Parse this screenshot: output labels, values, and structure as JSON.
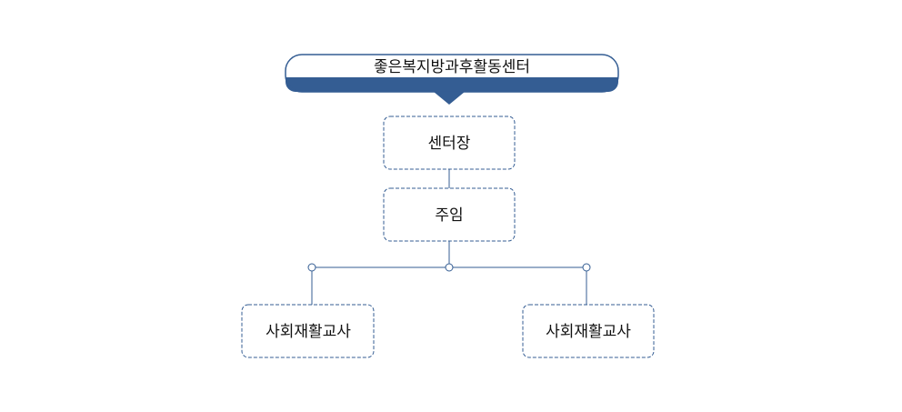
{
  "header": {
    "title": "좋은복지방과후활동센터"
  },
  "nodes": {
    "director": "센터장",
    "manager": "주임",
    "teacher_left": "사회재활교사",
    "teacher_right": "사회재활교사"
  },
  "colors": {
    "header_fill": "#345d93",
    "header_outline": "#345d93",
    "node_border": "#345d93",
    "connector": "#345d93",
    "text": "#111111"
  }
}
